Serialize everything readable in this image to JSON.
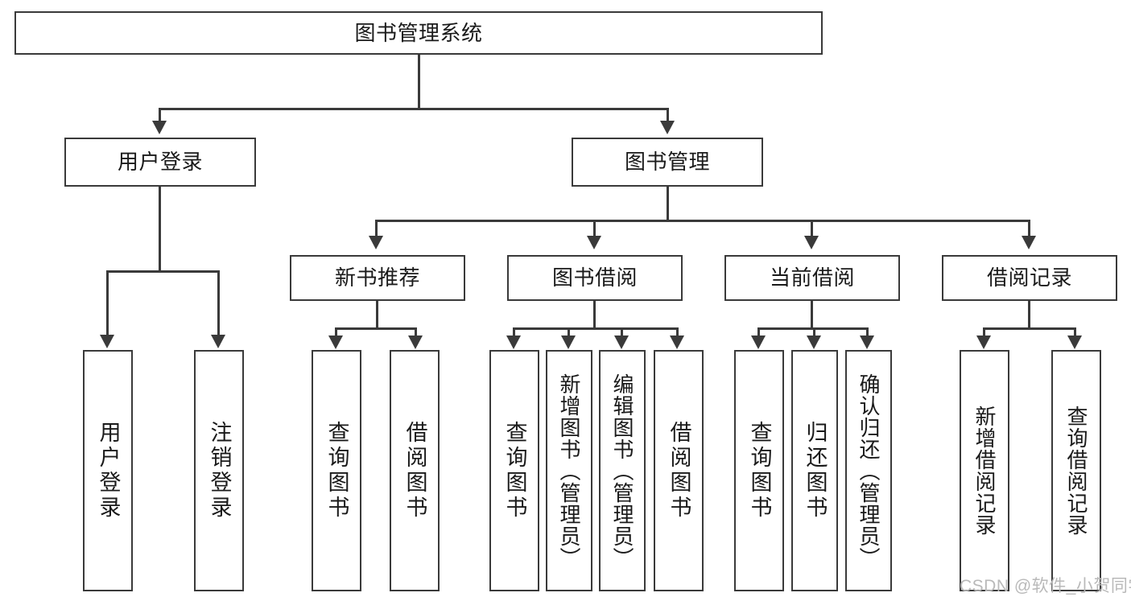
{
  "diagram": {
    "type": "hierarchy-tree",
    "title": "图书管理系统",
    "root": {
      "label": "图书管理系统"
    },
    "level2": [
      {
        "label": "用户登录"
      },
      {
        "label": "图书管理"
      }
    ],
    "level3": [
      {
        "label": "新书推荐"
      },
      {
        "label": "图书借阅"
      },
      {
        "label": "当前借阅"
      },
      {
        "label": "借阅记录"
      }
    ],
    "leaves": {
      "user_login": [
        {
          "label": "用户登录"
        },
        {
          "label": "注销登录"
        }
      ],
      "new_book_recommend": [
        {
          "label": "查询图书"
        },
        {
          "label": "借阅图书"
        }
      ],
      "book_borrow": [
        {
          "label": "查询图书"
        },
        {
          "label": "新增图书（管理员）"
        },
        {
          "label": "编辑图书（管理员）"
        },
        {
          "label": "借阅图书"
        }
      ],
      "current_borrow": [
        {
          "label": "查询图书"
        },
        {
          "label": "归还图书"
        },
        {
          "label": "确认归还（管理员）"
        }
      ],
      "borrow_record": [
        {
          "label": "新增借阅记录"
        },
        {
          "label": "查询借阅记录"
        }
      ]
    },
    "colors": {
      "stroke": "#3a3a3a",
      "fill": "#ffffff",
      "text": "#1a1a1a",
      "watermark": "#b9b9b9"
    }
  },
  "watermark": {
    "text": "CSDN @软件_小贺同学"
  }
}
